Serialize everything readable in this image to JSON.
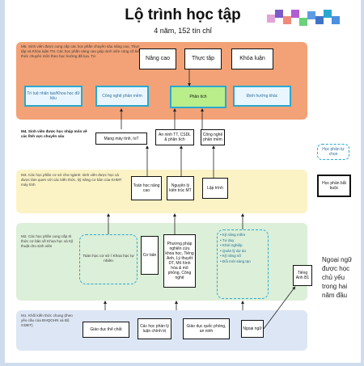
{
  "header": {
    "title": "Lộ trình học tập",
    "subtitle": "4 năm, 152 tín chỉ"
  },
  "colors": {
    "orange_band": "#f2a276",
    "yellow_band": "#fbf3c6",
    "green_band": "#dcefd8",
    "blue_band": "#dde6f4",
    "accent_blue": "#29a9d1",
    "lime_box": "#b9ee8a"
  },
  "groups": {
    "m5": {
      "description": "M5. Sinh viên được cung cấp các học phần chuyên sâu nâng cao, Thực tập và Khóa luận TN. Các học phần nâng cao giúp sinh viên củng cố kiến thức chuyên môn theo học hướng đã lựa. Tư"
    },
    "m4": {
      "description": "M4. Sinh viên được học nhập môn về các lĩnh vực chuyên sâu"
    },
    "m3": {
      "description": "M3. Các học phần cơ sở cho ngành: sinh viên được học và được làm quen với các kiến thức, kỹ năng cơ bản của KHMT máy tính"
    },
    "m2": {
      "description": "M2. Các học phần cung cấp tri thức cơ bản về Khoa học và Kỹ thuật cho sinh viên"
    },
    "m1": {
      "description": "M1. Khối kiến thức chung (theo yêu cầu của ĐHQGHN và Bộ GDĐT)"
    }
  },
  "boxes": {
    "nang_cao": "Nâng cao",
    "thuc_tap": "Thực tập",
    "khoa_luan": "Khóa luận",
    "tri_tue": "Trí tuệ nhân tạo/Khoa học dữ liệu",
    "cong_nghe_pm": "Công nghệ phần mềm",
    "phan_tich": "Phân tích",
    "dinh_huong": "Định hướng khác",
    "mang_may_tinh": "Mạng máy tính, IoT",
    "an_ninh": "An ninh TT, CSDL & phân tích",
    "cong_nghe_pm2": "Công nghệ phần mềm",
    "toan_hoc": "Toán học nâng cao",
    "nguyen_ly": "Nguyên lý kiến trúc MT",
    "lap_trinh": "Lập trình",
    "toan_co_so": "Toán học cơ sở / Khoa học tự nhiên",
    "co_ban": "Cơ bản",
    "phuong_phap": "Phương pháp nghiên cứu khoa học, Tiếng Anh, Lý thuyết DT, Mô hình hóa & mô phỏng, Công nghệ",
    "list_items": "• Kỹ năng mềm\n• Tư duy\n• Khởi nghiệp\n• Quản lý dự án\n• Kỹ năng số\n• Đổi mới sáng tạo",
    "giao_duc_the_chat": "Giáo dục thể chất",
    "ly_luan_ct": "Các học phần lý luận chính trị",
    "gd_quoc_phong": "Giáo dục quốc phòng, an ninh",
    "ngoai_ngu": "Ngoại ngữ",
    "tieng_anh_b1": "Tiếng Anh B1"
  },
  "legend": {
    "dashed_label": "Học phần tự chọn",
    "solid_label": "Học phần bắt buộc"
  },
  "side_note": "Ngoại ngữ được học chủ yếu trong hai năm đầu"
}
